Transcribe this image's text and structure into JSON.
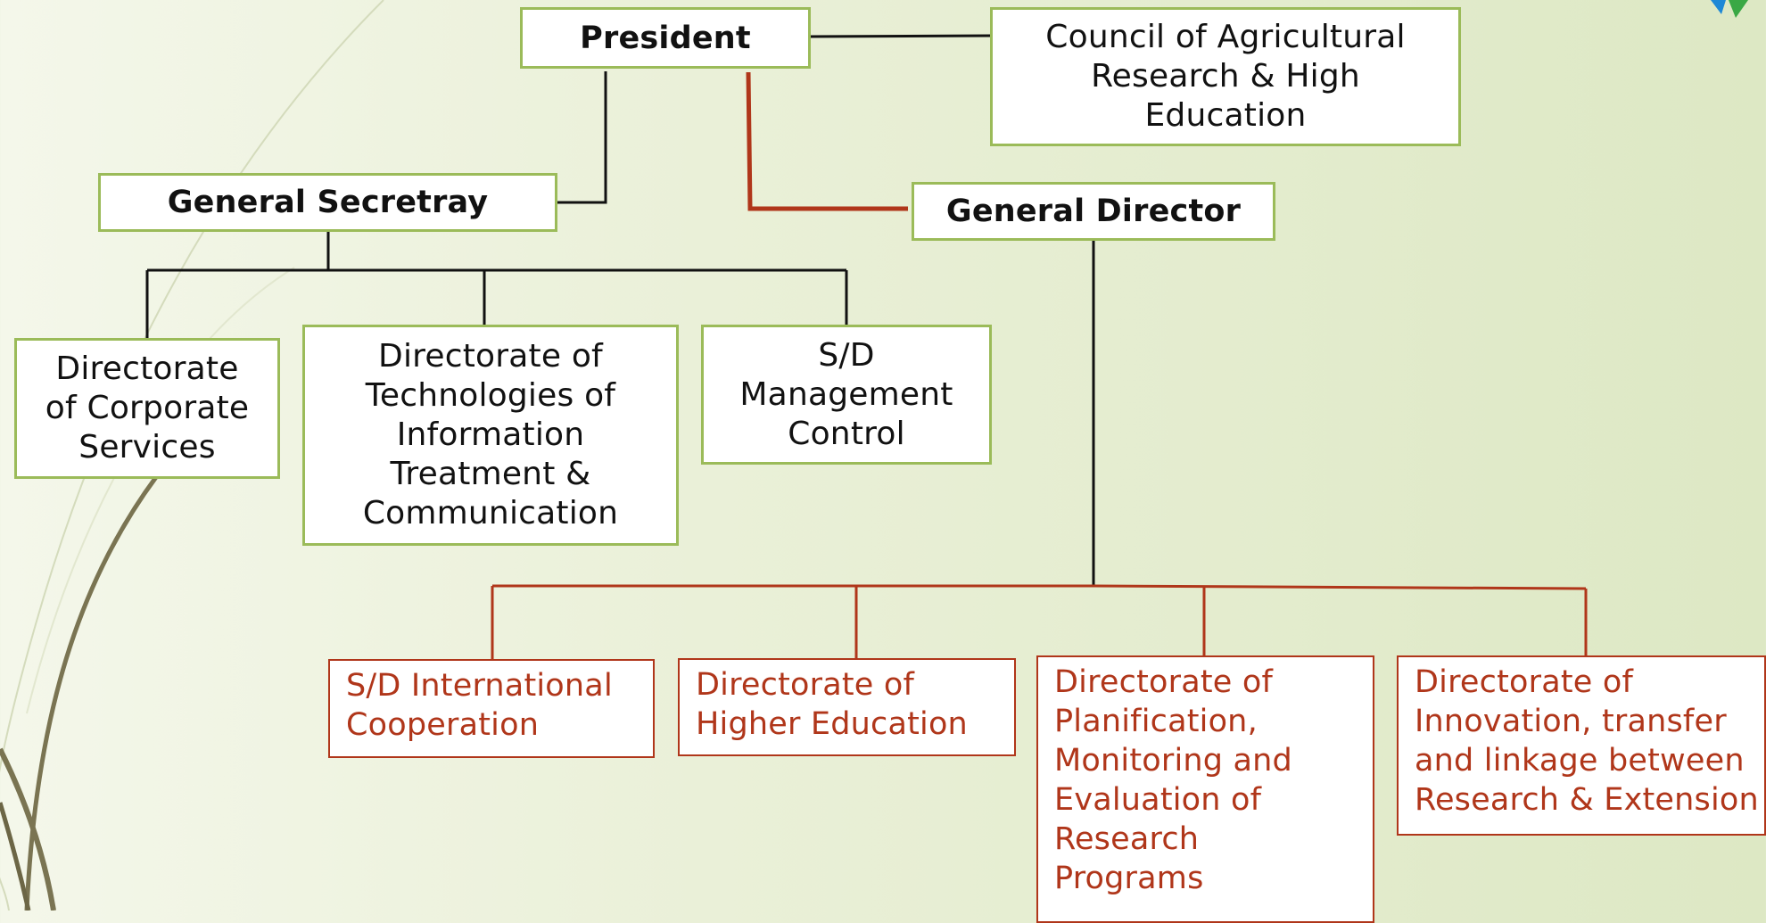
{
  "nodes": {
    "president": "President",
    "council": "Council  of Agricultural\nResearch & High\nEducation",
    "general_secretary": "General Secretray",
    "general_director": "General Director",
    "corporate_services": "Directorate\nof Corporate\nServices",
    "technologies_info": "Directorate  of\nTechnologies of\nInformation\nTreatment &\nCommunication",
    "management_control": "S/D\nManagement\nControl",
    "international_cooperation": "S/D International\nCooperation",
    "higher_education": "Directorate of\nHigher Education",
    "planification": "Directorate  of\nPlanification,\nMonitoring and\nEvaluation of\nResearch\nPrograms",
    "innovation": "Directorate of\nInnovation, transfer\nand linkage between\nResearch & Extension"
  },
  "colors": {
    "green_border": "#9bbb59",
    "red_accent": "#b0361a",
    "line_black": "#111111",
    "logo_blue": "#1e88d6",
    "logo_green": "#3aa845",
    "decor_olive": "#7a7452"
  },
  "icons": {
    "corner_logo": "logo-icon"
  }
}
